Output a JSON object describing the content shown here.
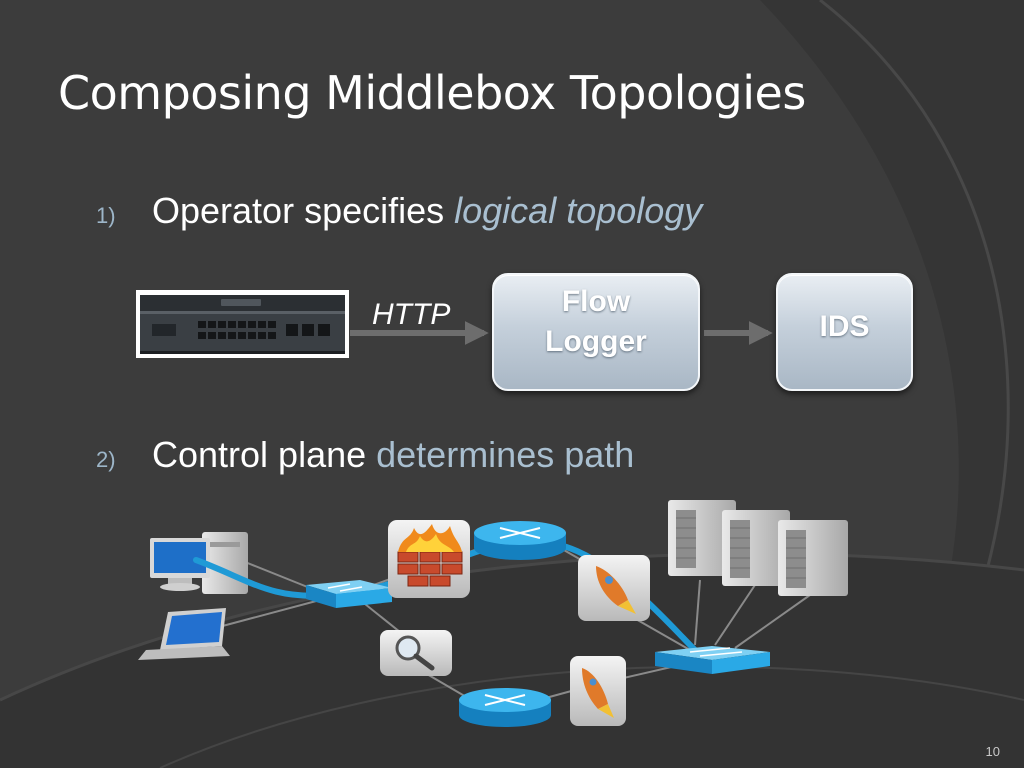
{
  "slide": {
    "title": "Composing Middlebox Topologies",
    "page_number": "10"
  },
  "bullets": [
    {
      "number": "1)",
      "text": "Operator specifies ",
      "emphasis": "logical topology"
    },
    {
      "number": "2)",
      "text": "Control plane ",
      "emphasis": "determines path"
    }
  ],
  "logical_topology": {
    "edge_label": "HTTP",
    "nodes": [
      {
        "label": "Flow\nLogger"
      },
      {
        "label": "IDS"
      }
    ]
  },
  "colors": {
    "background": "#3d3d3d",
    "accent": "#a9bfd0",
    "path": "#1f9ad6",
    "router": "#1aa3e0",
    "switch": "#2aa9e6"
  },
  "physical_topology": {
    "icons": [
      "desktop-computer-icon",
      "laptop-icon",
      "firewall-icon",
      "magnifier-icon",
      "rocket-icon",
      "server-rack-icon",
      "router-icon",
      "switch-icon"
    ]
  }
}
